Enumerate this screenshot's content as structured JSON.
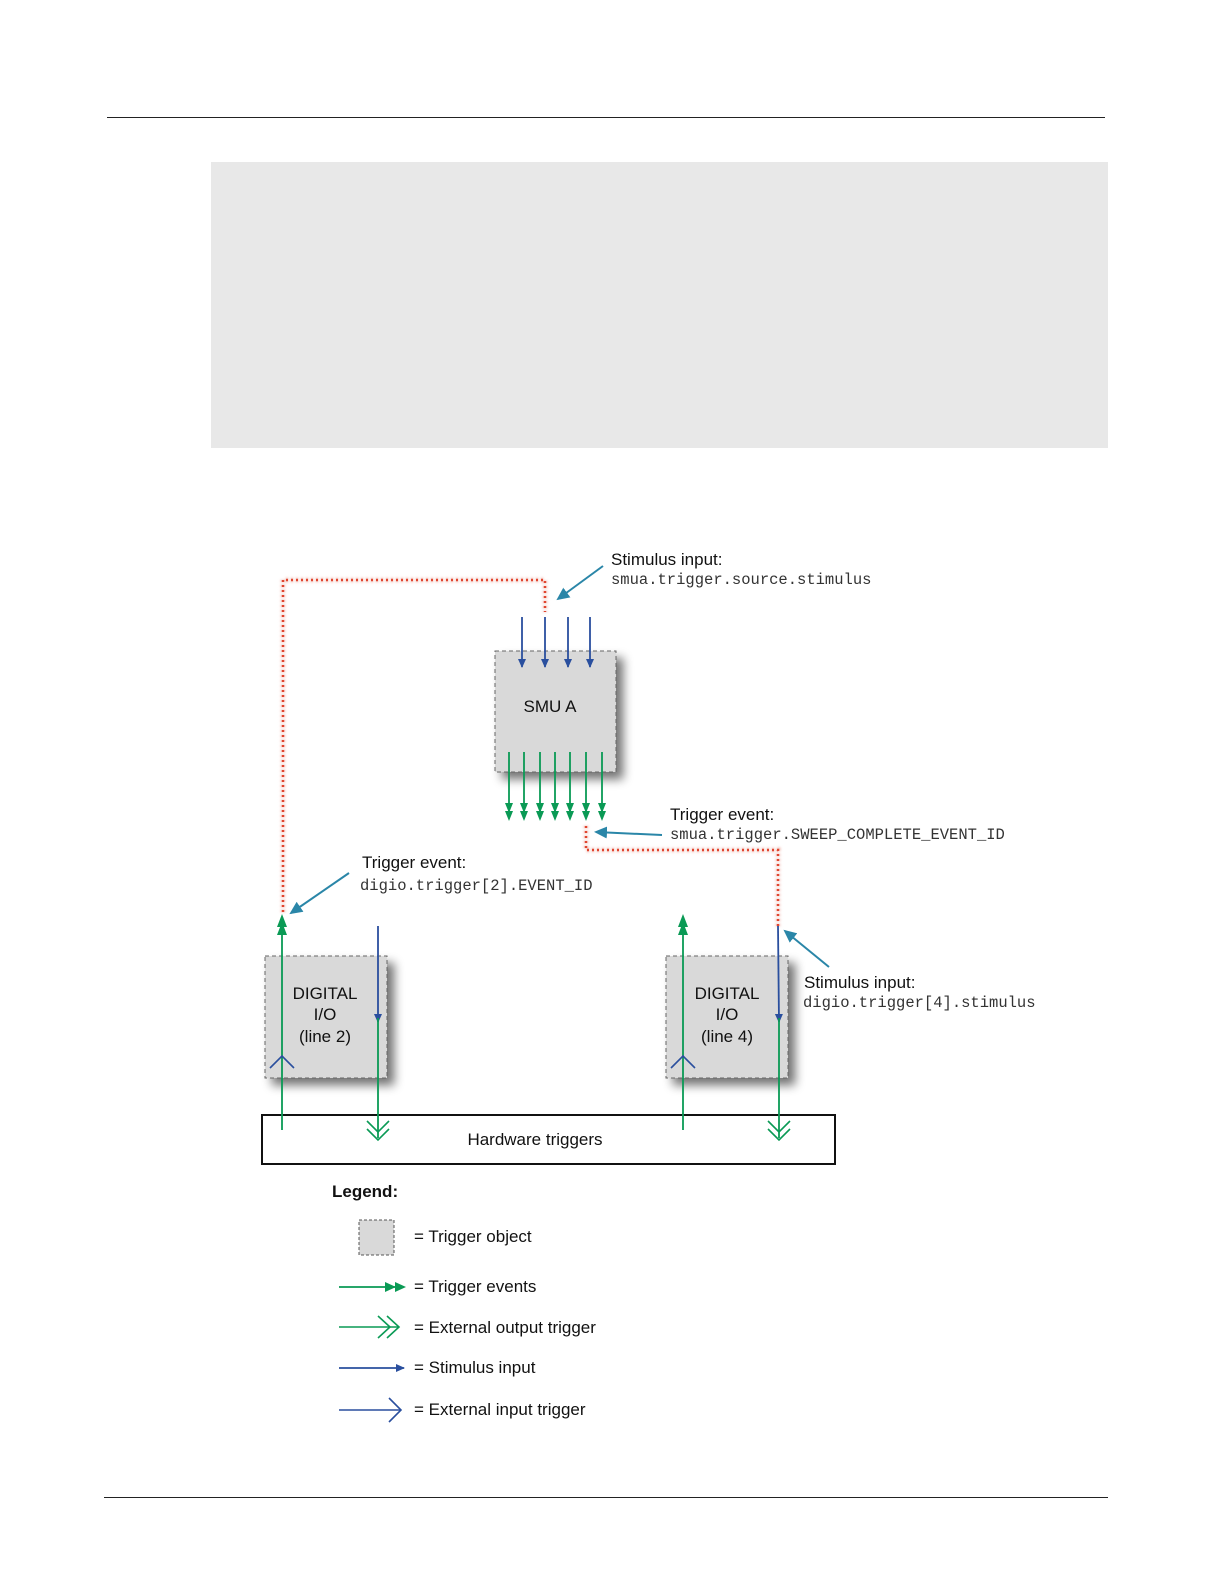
{
  "diagram": {
    "smu": {
      "label": "SMU A"
    },
    "dio_left": {
      "line1": "DIGITAL",
      "line2": "I/O",
      "line3": "(line 2)"
    },
    "dio_right": {
      "line1": "DIGITAL",
      "line2": "I/O",
      "line3": "(line 4)"
    },
    "hardware": {
      "label": "Hardware triggers"
    },
    "callouts": {
      "smu_stimulus": {
        "title": "Stimulus input:",
        "code": "smua.trigger.source.stimulus"
      },
      "sweep_event": {
        "title": "Trigger event:",
        "code": "smua.trigger.SWEEP_COMPLETE_EVENT_ID"
      },
      "dio2_event": {
        "title": "Trigger event:",
        "code": "digio.trigger[2].EVENT_ID"
      },
      "dio4_stimulus": {
        "title": "Stimulus input:",
        "code": "digio.trigger[4].stimulus"
      }
    },
    "colors": {
      "green": "#0a9a55",
      "blue": "#2a4f9e",
      "red_dotted": "#e0452f",
      "callout": "#2a86a8",
      "box_fill": "#d9d9d9"
    }
  },
  "legend": {
    "title": "Legend:",
    "items": [
      {
        "icon": "trigger-object-icon",
        "label": "= Trigger object"
      },
      {
        "icon": "trigger-event-arrow-icon",
        "label": "= Trigger events"
      },
      {
        "icon": "external-output-trigger-arrow-icon",
        "label": "= External output trigger"
      },
      {
        "icon": "stimulus-input-arrow-icon",
        "label": "= Stimulus input"
      },
      {
        "icon": "external-input-trigger-arrow-icon",
        "label": "= External input trigger"
      }
    ]
  }
}
